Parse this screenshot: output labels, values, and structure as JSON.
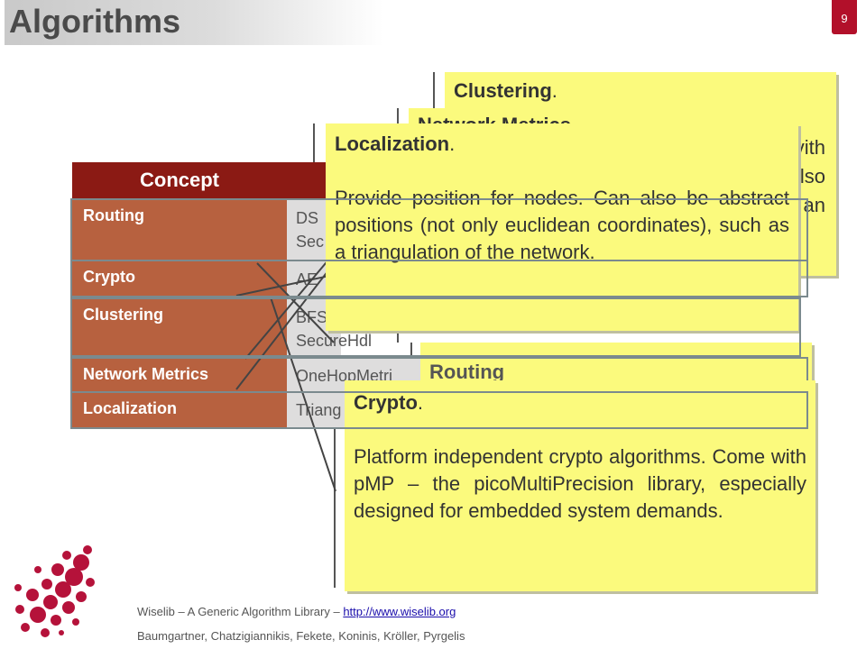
{
  "slide": {
    "title": "Algorithms",
    "page_number": "9"
  },
  "table": {
    "header_concept": "Concept",
    "rows": [
      {
        "concept": "Routing",
        "value": "DS"
      },
      {
        "concept": "Crypto",
        "value": "AE"
      },
      {
        "concept": "Clustering",
        "value": "BFS",
        "value2": "SecureHdl"
      },
      {
        "concept": "Network Metrics",
        "value": "OneHopMetri"
      },
      {
        "concept": "Localization",
        "value": "Triang"
      }
    ],
    "routing_value2": "Sec"
  },
  "notes": {
    "clustering_title": "Clustering",
    "network_metrics_title": "Network Metrics",
    "network_metrics_fragments": [
      "vith",
      "lso",
      "an"
    ],
    "localization_title": "Localization",
    "localization_body": "Provide position for nodes. Can also be abstract positions (not only euclidean coordinates), such as a triangulation of the network.",
    "routing_title": "Routing",
    "crypto_title": "Crypto",
    "crypto_body": "Platform independent crypto algorithms. Come with pMP – the picoMultiPrecision library, especially designed for embedded system demands."
  },
  "footer": {
    "line1_text": "Wiselib – A Generic Algorithm Library – ",
    "line1_link": "http://www.wiselib.org",
    "line2": "Baumgartner, Chatzigiannikis, Fekete, Koninis, Kröller, Pyrgelis"
  },
  "colors": {
    "accent": "#b2102a",
    "header_dark": "#8b1a14",
    "concept_brown": "#b7613f",
    "note_yellow": "#fbfa7d"
  }
}
